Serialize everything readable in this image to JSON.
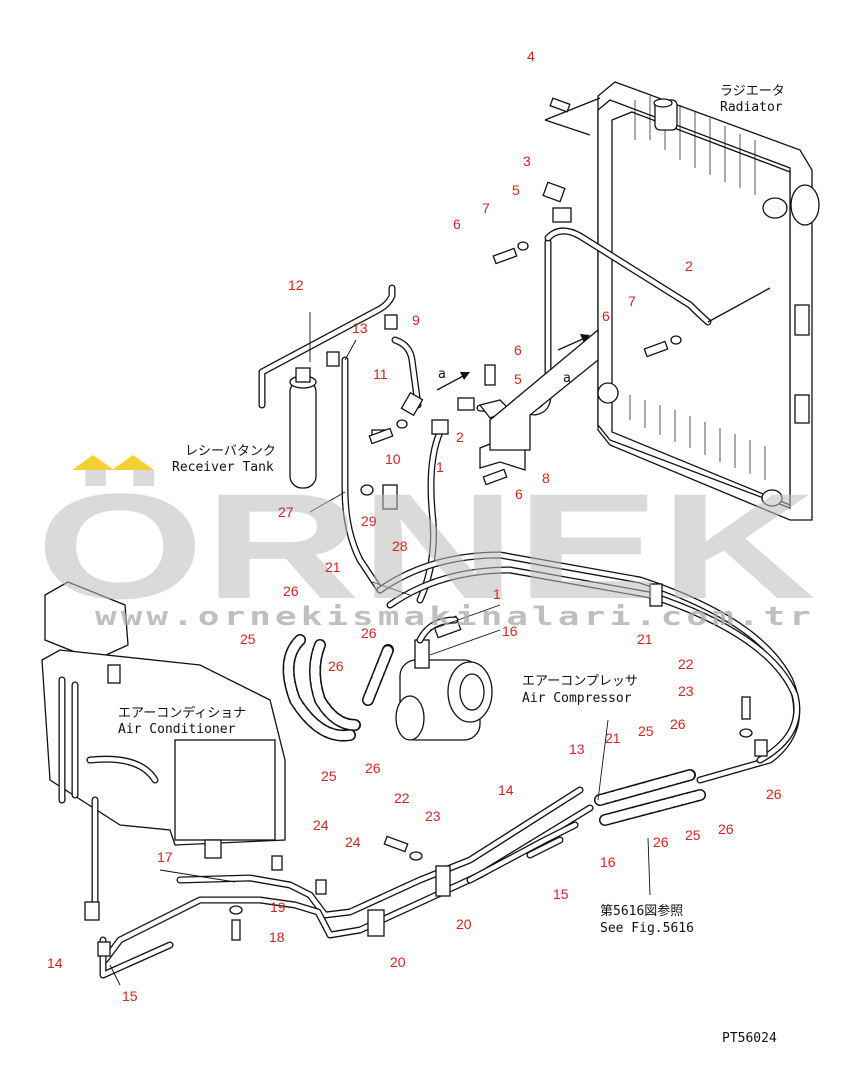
{
  "labels": {
    "radiator_jp": "ラジエータ",
    "radiator_en": "Radiator",
    "receiver_jp": "レシーバタンク",
    "receiver_en": "Receiver Tank",
    "compressor_jp": "エアーコンプレッサ",
    "compressor_en": "Air Compressor",
    "aircon_jp": "エアーコンディショナ",
    "aircon_en": "Air Conditioner",
    "see_fig_jp": "第5616図参照",
    "see_fig_en": "See Fig.5616",
    "view_a1": "a",
    "view_a2": "a",
    "drawing_no": "PT56024"
  },
  "watermark": {
    "brand": "ÖRNEK",
    "url": "www.ornekismakinalari.com.tr",
    "accent_color": "#f3c400"
  },
  "part_numbers": [
    "4",
    "3",
    "5",
    "7",
    "6",
    "2",
    "7",
    "6",
    "12",
    "13",
    "9",
    "6",
    "5",
    "11",
    "a",
    "2",
    "10",
    "1",
    "8",
    "6",
    "27",
    "29",
    "28",
    "21",
    "1",
    "26",
    "16",
    "25",
    "26",
    "26",
    "21",
    "22",
    "23",
    "25",
    "26",
    "26",
    "25",
    "21",
    "26",
    "13",
    "14",
    "22",
    "23",
    "24",
    "24",
    "26",
    "25",
    "26",
    "17",
    "16",
    "15",
    "19",
    "20",
    "18",
    "14",
    "15",
    "20"
  ]
}
